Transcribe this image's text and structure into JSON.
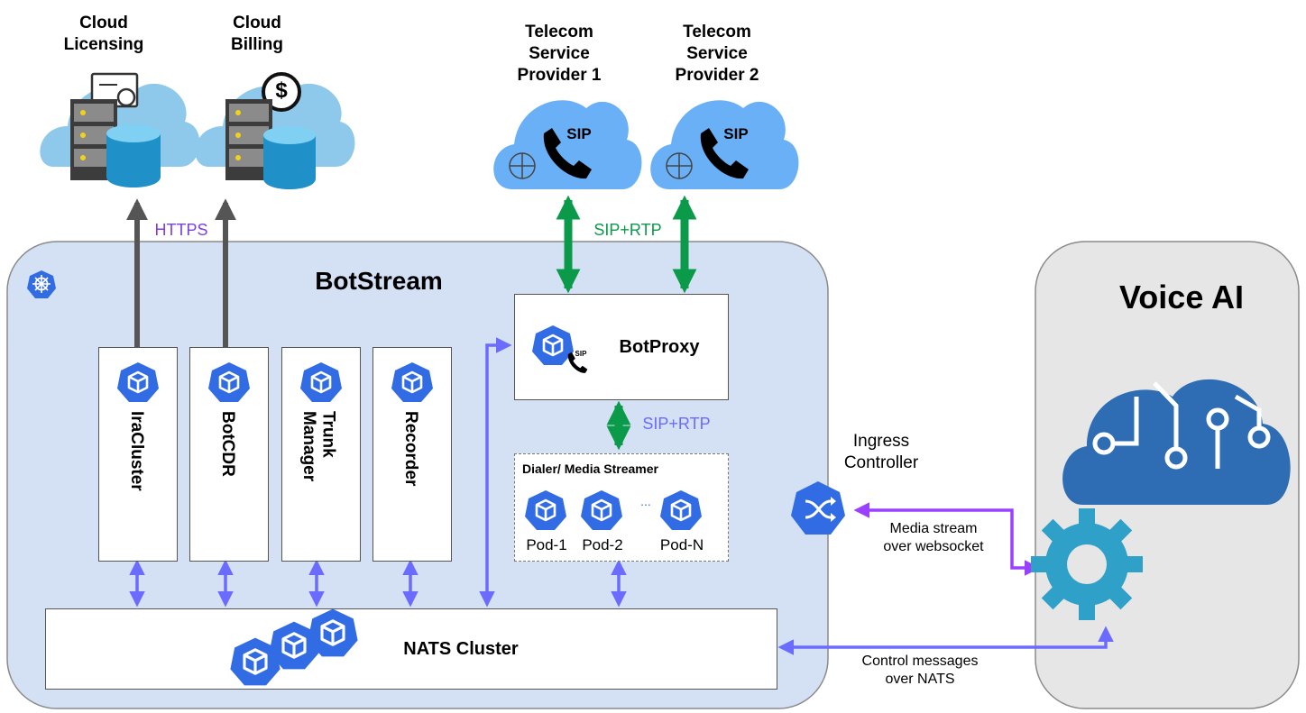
{
  "clouds": {
    "licensing": {
      "title": "Cloud\nLicensing"
    },
    "billing": {
      "title": "Cloud\nBilling",
      "symbol": "$"
    },
    "provider1": {
      "title": "Telecom\nService\nProvider 1",
      "badge": "SIP"
    },
    "provider2": {
      "title": "Telecom\nService\nProvider 2",
      "badge": "SIP"
    }
  },
  "links": {
    "https": "HTTPS",
    "sip_rtp_top": "SIP+RTP",
    "sip_rtp_mid": "SIP+RTP",
    "media_stream": "Media stream\nover websocket",
    "control_messages": "Control messages\nover NATS"
  },
  "botstream": {
    "title": "BotStream",
    "services": [
      "IraCluster",
      "BotCDR",
      "Trunk\nManager",
      "Recorder"
    ],
    "botproxy": {
      "label": "BotProxy",
      "badge": "SIP"
    },
    "dialer": {
      "title": "Dialer/ Media Streamer",
      "pods": [
        "Pod-1",
        "Pod-2",
        "Pod-N"
      ],
      "ellipsis": "..."
    },
    "nats": "NATS Cluster"
  },
  "ingress": {
    "label": "Ingress\nController"
  },
  "voice_ai": {
    "title": "Voice AI"
  },
  "colors": {
    "botstream_bg": "#d4e1f4",
    "voice_ai_bg": "#e6e6e6",
    "k8s_blue": "#326ce5",
    "sip_green": "#0a9a49",
    "nats_arrow": "#6b6bff",
    "media_arrow": "#9b40ff",
    "https_text": "#7b3fe4",
    "cloud_light": "#8ec8ea",
    "provider_cloud": "#6ab0f7",
    "brain_blue": "#2e6db4",
    "gear_teal": "#2fa0c8"
  },
  "icons": [
    "kubernetes-helm-icon",
    "pod-cube-icon",
    "server-database-icon",
    "certificate-icon",
    "dollar-icon",
    "phone-icon",
    "globe-icon",
    "ingress-shuffle-icon",
    "ai-brain-circuit-icon",
    "gear-icon"
  ]
}
